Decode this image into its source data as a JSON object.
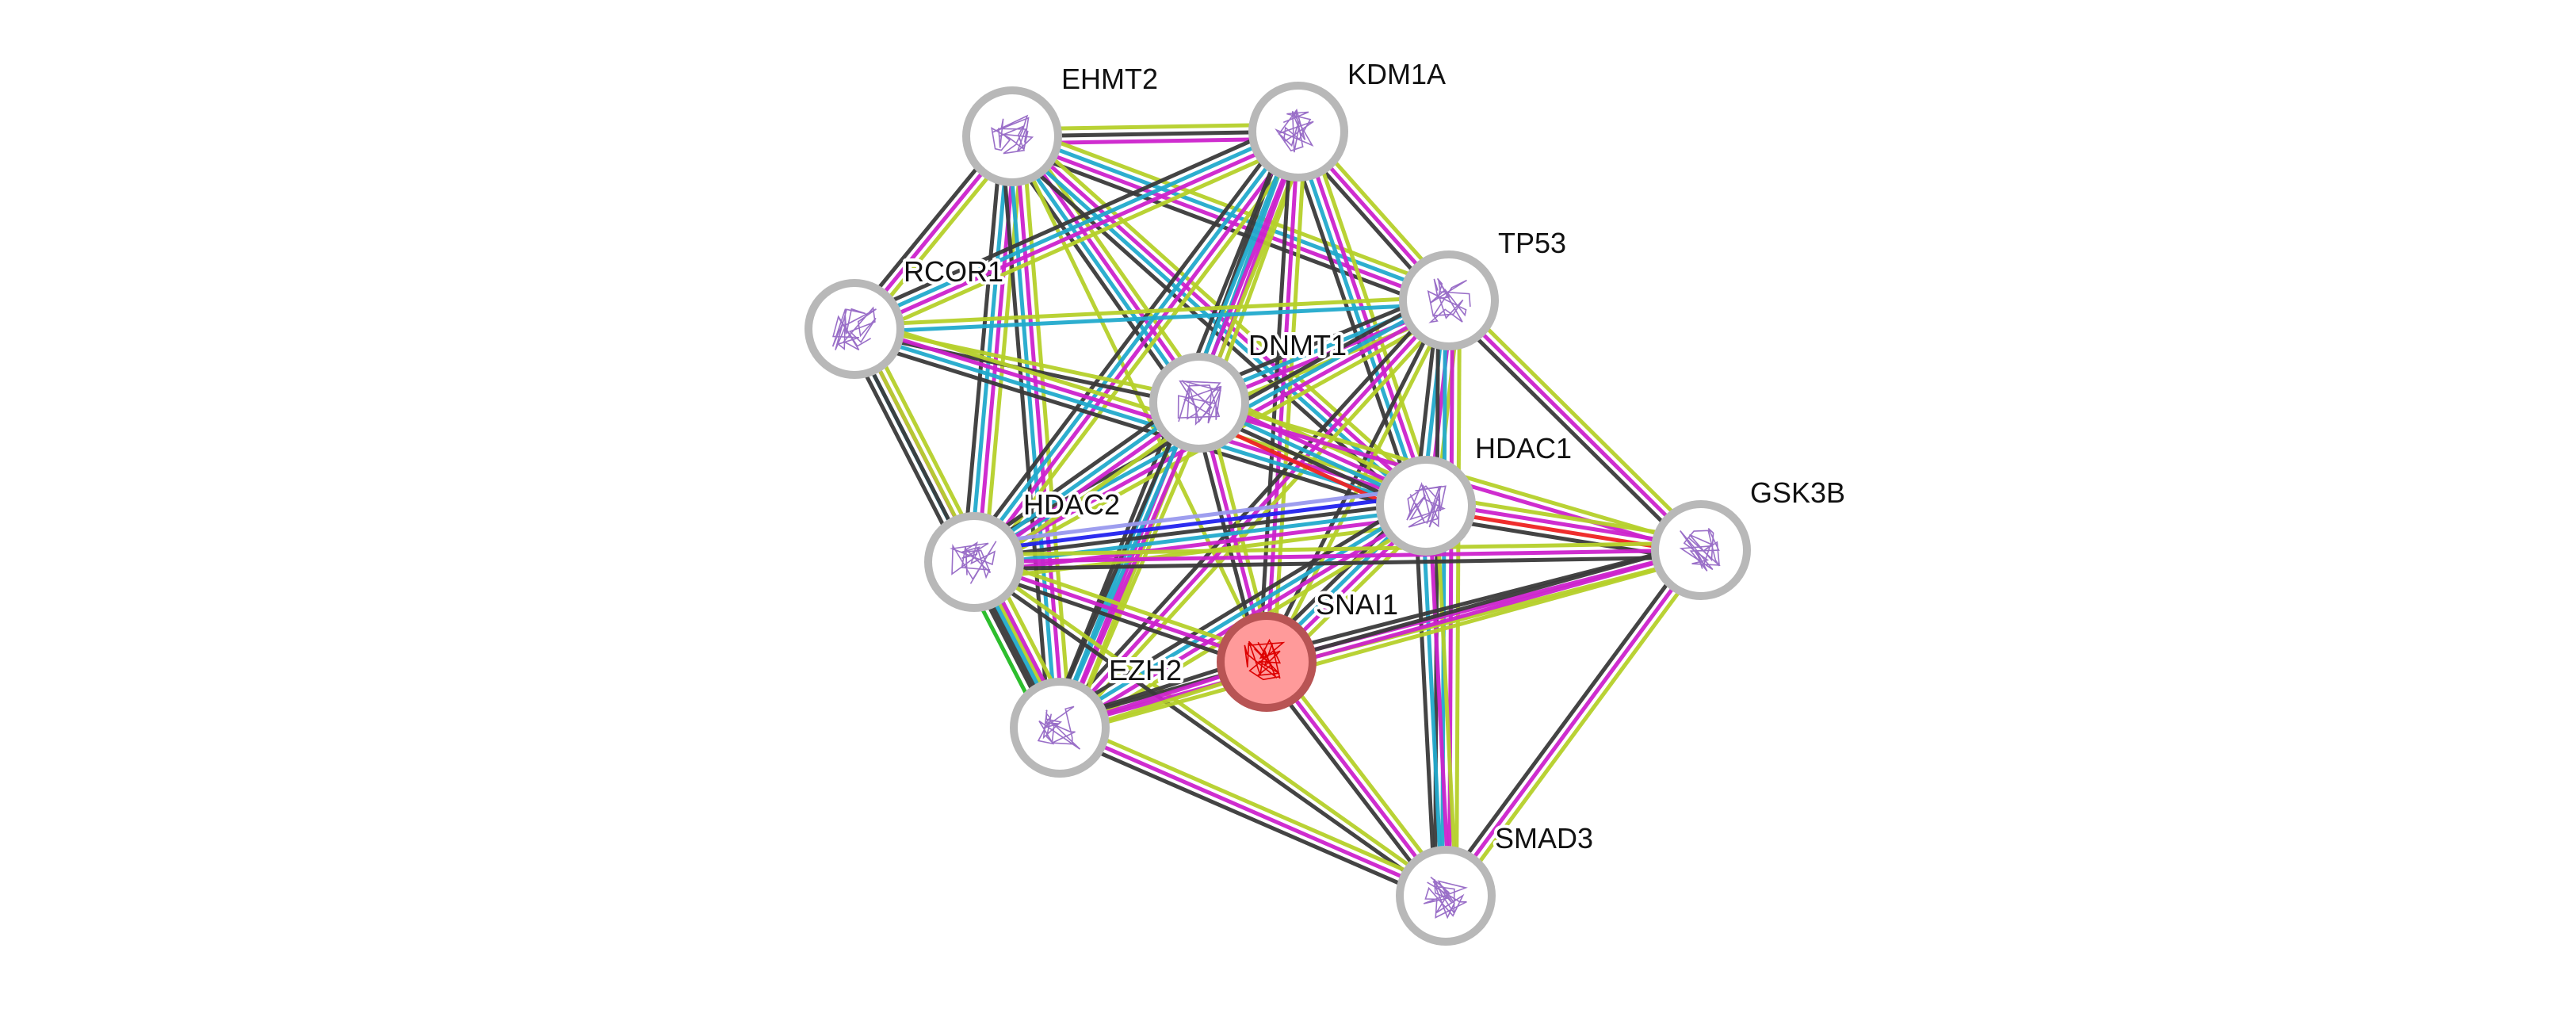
{
  "channel_colors": {
    "t": "#b5d02a",
    "k": "#3a3a3a",
    "e": "#cc22cc",
    "d": "#22aacc",
    "n": "#22bb22",
    "o": "#2222ee",
    "f": "#ee2222",
    "h": "#9999ee"
  },
  "node_style": {
    "ring": "#b8b8b8",
    "fill": "#ffffff",
    "query_fill": "#ff9a9a",
    "query_ring": "#b85454",
    "structure": "#9a6fc8",
    "query_structure": "#dd0000"
  },
  "nodes": [
    {
      "id": "EHMT2",
      "label": "EHMT2",
      "query": false
    },
    {
      "id": "KDM1A",
      "label": "KDM1A",
      "query": false
    },
    {
      "id": "TP53",
      "label": "TP53",
      "query": false
    },
    {
      "id": "RCOR1",
      "label": "RCOR1",
      "query": false
    },
    {
      "id": "DNMT1",
      "label": "DNMT1",
      "query": false
    },
    {
      "id": "HDAC1",
      "label": "HDAC1",
      "query": false
    },
    {
      "id": "GSK3B",
      "label": "GSK3B",
      "query": false
    },
    {
      "id": "HDAC2",
      "label": "HDAC2",
      "query": false
    },
    {
      "id": "SNAI1",
      "label": "SNAI1",
      "query": true
    },
    {
      "id": "EZH2",
      "label": "EZH2",
      "query": false
    },
    {
      "id": "SMAD3",
      "label": "SMAD3",
      "query": false
    }
  ],
  "edges": [
    [
      "EHMT2",
      "KDM1A",
      "tke"
    ],
    [
      "EHMT2",
      "TP53",
      "tdek"
    ],
    [
      "EHMT2",
      "RCOR1",
      "tek"
    ],
    [
      "EHMT2",
      "DNMT1",
      "tedk"
    ],
    [
      "EHMT2",
      "HDAC1",
      "tedk"
    ],
    [
      "EHMT2",
      "HDAC2",
      "tedk"
    ],
    [
      "EHMT2",
      "EZH2",
      "tedk"
    ],
    [
      "EHMT2",
      "SNAI1",
      "t"
    ],
    [
      "KDM1A",
      "TP53",
      "tek"
    ],
    [
      "KDM1A",
      "RCOR1",
      "tedk"
    ],
    [
      "KDM1A",
      "DNMT1",
      "tedk"
    ],
    [
      "KDM1A",
      "HDAC1",
      "tedk"
    ],
    [
      "KDM1A",
      "HDAC2",
      "tedk"
    ],
    [
      "KDM1A",
      "EZH2",
      "tedk"
    ],
    [
      "KDM1A",
      "SNAI1",
      "tek"
    ],
    [
      "TP53",
      "RCOR1",
      "dt"
    ],
    [
      "TP53",
      "DNMT1",
      "tedk"
    ],
    [
      "TP53",
      "HDAC1",
      "tedk"
    ],
    [
      "TP53",
      "HDAC2",
      "tedk"
    ],
    [
      "TP53",
      "GSK3B",
      "tek"
    ],
    [
      "TP53",
      "EZH2",
      "tek"
    ],
    [
      "TP53",
      "SNAI1",
      "tk"
    ],
    [
      "TP53",
      "SMAD3",
      "tedk"
    ],
    [
      "RCOR1",
      "DNMT1",
      "tk"
    ],
    [
      "RCOR1",
      "HDAC1",
      "tedk"
    ],
    [
      "RCOR1",
      "HDAC2",
      "tedk"
    ],
    [
      "RCOR1",
      "EZH2",
      "tk"
    ],
    [
      "DNMT1",
      "HDAC1",
      "tedkf"
    ],
    [
      "DNMT1",
      "HDAC2",
      "tedk"
    ],
    [
      "DNMT1",
      "EZH2",
      "tedk"
    ],
    [
      "DNMT1",
      "SNAI1",
      "tek"
    ],
    [
      "DNMT1",
      "GSK3B",
      "te"
    ],
    [
      "HDAC1",
      "HDAC2",
      "tedkoh"
    ],
    [
      "HDAC1",
      "GSK3B",
      "tefk"
    ],
    [
      "HDAC1",
      "SNAI1",
      "tedk"
    ],
    [
      "HDAC1",
      "EZH2",
      "tedk"
    ],
    [
      "HDAC1",
      "SMAD3",
      "tedk"
    ],
    [
      "HDAC2",
      "GSK3B",
      "tek"
    ],
    [
      "HDAC2",
      "SNAI1",
      "tek"
    ],
    [
      "HDAC2",
      "EZH2",
      "tedkn"
    ],
    [
      "HDAC2",
      "SMAD3",
      "tk"
    ],
    [
      "GSK3B",
      "SNAI1",
      "tek"
    ],
    [
      "GSK3B",
      "EZH2",
      "tek"
    ],
    [
      "GSK3B",
      "SMAD3",
      "tek"
    ],
    [
      "SNAI1",
      "EZH2",
      "tek"
    ],
    [
      "SNAI1",
      "SMAD3",
      "tek"
    ],
    [
      "EZH2",
      "SMAD3",
      "tek"
    ]
  ]
}
